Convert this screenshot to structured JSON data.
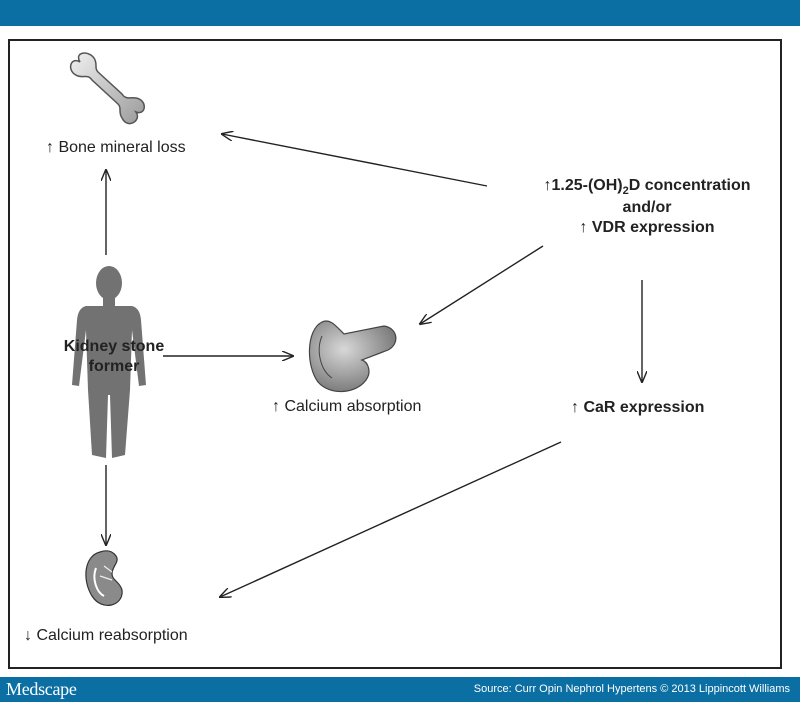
{
  "header": {
    "background": "#0b6fa3"
  },
  "footer": {
    "brand": "Medscape",
    "source": "Source: Curr Opin Nephrol Hypertens © 2013 Lippincott Williams"
  },
  "diagram": {
    "bone": {
      "arrow": "↑",
      "text": "Bone mineral loss",
      "icon": "bone-icon"
    },
    "vitd": {
      "line1_arrow": "↑",
      "line1_a": "1.25-(OH)",
      "line1_sub": "2",
      "line1_b": "D concentration",
      "line2": "and/or",
      "line3_arrow": "↑",
      "line3": "VDR expression"
    },
    "person": {
      "text_line1": "Kidney stone",
      "text_line2": "former",
      "icon": "human-figure-icon"
    },
    "intestine": {
      "arrow": "↑",
      "text": "Calcium absorption",
      "icon": "intestine-icon"
    },
    "car": {
      "arrow": "↑",
      "text": "CaR expression"
    },
    "kidney": {
      "arrow": "↓",
      "text": "Calcium reabsorption",
      "icon": "kidney-icon"
    }
  }
}
